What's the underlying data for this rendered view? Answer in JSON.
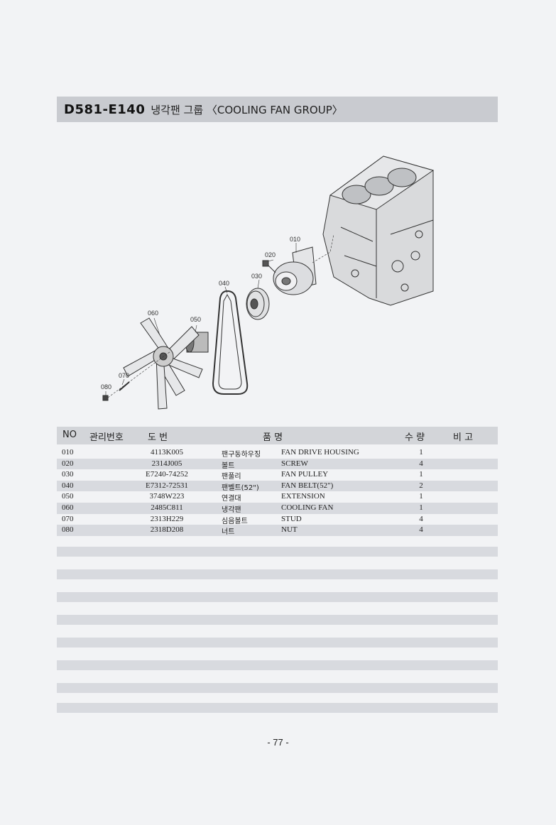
{
  "title": {
    "code": "D581-E140",
    "text": "냉각팬 그룹 〈COOLING FAN GROUP〉"
  },
  "diagram": {
    "callouts": [
      "010",
      "020",
      "030",
      "040",
      "050",
      "060",
      "070",
      "080"
    ]
  },
  "table": {
    "headers": {
      "no": "NO",
      "mgmt": "관리번호",
      "drawing": "도 번",
      "item": "품 명",
      "qty": "수 량",
      "remark": "비 고"
    },
    "rows": [
      {
        "no": "010",
        "part": "4113K005",
        "kr": "팬구동하우징",
        "en": "FAN DRIVE HOUSING",
        "qty": "1"
      },
      {
        "no": "020",
        "part": "2314J005",
        "kr": "볼트",
        "en": "SCREW",
        "qty": "4"
      },
      {
        "no": "030",
        "part": "E7240-74252",
        "kr": "팬풀리",
        "en": "FAN PULLEY",
        "qty": "1"
      },
      {
        "no": "040",
        "part": "E7312-72531",
        "kr": "팬벨트(52\")",
        "en": "FAN BELT(52\")",
        "qty": "2"
      },
      {
        "no": "050",
        "part": "3748W223",
        "kr": "연결대",
        "en": "EXTENSION",
        "qty": "1"
      },
      {
        "no": "060",
        "part": "2485C811",
        "kr": "냉각팬",
        "en": "COOLING FAN",
        "qty": "1"
      },
      {
        "no": "070",
        "part": "2313H229",
        "kr": "심음볼트",
        "en": "STUD",
        "qty": "4"
      },
      {
        "no": "080",
        "part": "2318D208",
        "kr": "너트",
        "en": "NUT",
        "qty": "4"
      }
    ]
  },
  "page_number": "- 77 -"
}
